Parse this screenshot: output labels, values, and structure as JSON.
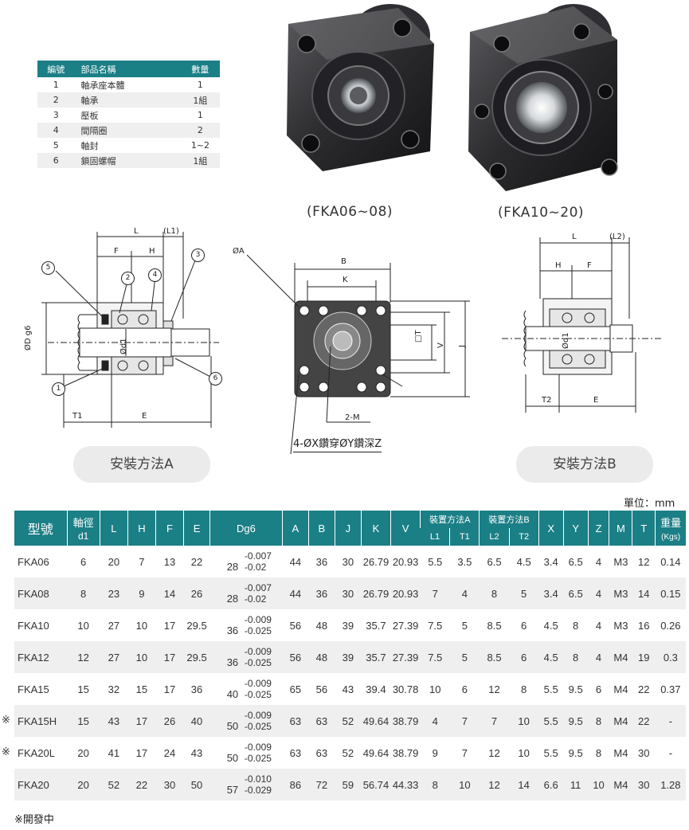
{
  "parts_table": {
    "headers": [
      "編號",
      "部品名稱",
      "數量"
    ],
    "rows": [
      [
        "1",
        "軸承座本體",
        "1"
      ],
      [
        "2",
        "軸承",
        "1組"
      ],
      [
        "3",
        "壓板",
        "1"
      ],
      [
        "4",
        "間隔圈",
        "2"
      ],
      [
        "5",
        "軸封",
        "1~2"
      ],
      [
        "6",
        "鎖固螺帽",
        "1組"
      ]
    ]
  },
  "captions": {
    "small_model": "(FKA06~08)",
    "large_model": "(FKA10~20)"
  },
  "diagram_left": {
    "labels": [
      "L",
      "(L1)",
      "F",
      "H",
      "T1",
      "E",
      "ØD g6",
      "Ød1"
    ],
    "callouts": [
      "1",
      "2",
      "3",
      "4",
      "5",
      "6"
    ]
  },
  "diagram_center": {
    "labels": [
      "ØA",
      "B",
      "K",
      "□T",
      "V",
      "J",
      "2-M"
    ],
    "hole_note": "4-ØX鑽穿ØY鑽深Z"
  },
  "diagram_right": {
    "labels": [
      "L",
      "(L2)",
      "H",
      "F",
      "Ød1",
      "T2",
      "E"
    ]
  },
  "mounting": {
    "method_a": "安裝方法A",
    "method_b": "安裝方法B"
  },
  "unit_note": "單位：mm",
  "spec_table": {
    "h1": {
      "model": "型號",
      "shaft": "軸徑",
      "shaft_sub": "d1",
      "L": "L",
      "H": "H",
      "F": "F",
      "E": "E",
      "Dg6": "Dg6",
      "A": "A",
      "B": "B",
      "J": "J",
      "K": "K",
      "V": "V",
      "methodA": "裝置方法A",
      "methodB": "裝置方法B",
      "X": "X",
      "Y": "Y",
      "Z": "Z",
      "M": "M",
      "T": "T",
      "weight": "重量",
      "weight_unit": "(Kgs)"
    },
    "h2": {
      "L1": "L1",
      "T1": "T1",
      "L2": "L2",
      "T2": "T2"
    },
    "rows": [
      {
        "model": "FKA06",
        "d1": "6",
        "L": "20",
        "H": "7",
        "F": "13",
        "E": "22",
        "D": "28",
        "tol_hi": "-0.007",
        "tol_lo": "-0.02",
        "A": "44",
        "B": "36",
        "J": "30",
        "K": "26.79",
        "V": "20.93",
        "L1": "5.5",
        "T1": "3.5",
        "L2": "6.5",
        "T2": "4.5",
        "X": "3.4",
        "Y": "6.5",
        "Z": "4",
        "M": "M3",
        "T": "12",
        "W": "0.14",
        "mark": ""
      },
      {
        "model": "FKA08",
        "d1": "8",
        "L": "23",
        "H": "9",
        "F": "14",
        "E": "26",
        "D": "28",
        "tol_hi": "-0.007",
        "tol_lo": "-0.02",
        "A": "44",
        "B": "36",
        "J": "30",
        "K": "26.79",
        "V": "20.93",
        "L1": "7",
        "T1": "4",
        "L2": "8",
        "T2": "5",
        "X": "3.4",
        "Y": "6.5",
        "Z": "4",
        "M": "M3",
        "T": "14",
        "W": "0.15",
        "mark": ""
      },
      {
        "model": "FKA10",
        "d1": "10",
        "L": "27",
        "H": "10",
        "F": "17",
        "E": "29.5",
        "D": "36",
        "tol_hi": "-0.009",
        "tol_lo": "-0.025",
        "A": "56",
        "B": "48",
        "J": "39",
        "K": "35.7",
        "V": "27.39",
        "L1": "7.5",
        "T1": "5",
        "L2": "8.5",
        "T2": "6",
        "X": "4.5",
        "Y": "8",
        "Z": "4",
        "M": "M3",
        "T": "16",
        "W": "0.26",
        "mark": ""
      },
      {
        "model": "FKA12",
        "d1": "12",
        "L": "27",
        "H": "10",
        "F": "17",
        "E": "29.5",
        "D": "36",
        "tol_hi": "-0.009",
        "tol_lo": "-0.025",
        "A": "56",
        "B": "48",
        "J": "39",
        "K": "35.7",
        "V": "27.39",
        "L1": "7.5",
        "T1": "5",
        "L2": "8.5",
        "T2": "6",
        "X": "4.5",
        "Y": "8",
        "Z": "4",
        "M": "M4",
        "T": "19",
        "W": "0.3",
        "mark": ""
      },
      {
        "model": "FKA15",
        "d1": "15",
        "L": "32",
        "H": "15",
        "F": "17",
        "E": "36",
        "D": "40",
        "tol_hi": "-0.009",
        "tol_lo": "-0.025",
        "A": "65",
        "B": "56",
        "J": "43",
        "K": "39.4",
        "V": "30.78",
        "L1": "10",
        "T1": "6",
        "L2": "12",
        "T2": "8",
        "X": "5.5",
        "Y": "9.5",
        "Z": "6",
        "M": "M4",
        "T": "22",
        "W": "0.37",
        "mark": ""
      },
      {
        "model": "FKA15H",
        "d1": "15",
        "L": "43",
        "H": "17",
        "F": "26",
        "E": "40",
        "D": "50",
        "tol_hi": "-0.009",
        "tol_lo": "-0.025",
        "A": "63",
        "B": "63",
        "J": "52",
        "K": "49.64",
        "V": "38.79",
        "L1": "4",
        "T1": "7",
        "L2": "7",
        "T2": "10",
        "X": "5.5",
        "Y": "9.5",
        "Z": "8",
        "M": "M4",
        "T": "22",
        "W": "-",
        "mark": "※"
      },
      {
        "model": "FKA20L",
        "d1": "20",
        "L": "41",
        "H": "17",
        "F": "24",
        "E": "43",
        "D": "50",
        "tol_hi": "-0.009",
        "tol_lo": "-0.025",
        "A": "63",
        "B": "63",
        "J": "52",
        "K": "49.64",
        "V": "38.79",
        "L1": "9",
        "T1": "7",
        "L2": "12",
        "T2": "10",
        "X": "5.5",
        "Y": "9.5",
        "Z": "8",
        "M": "M4",
        "T": "30",
        "W": "-",
        "mark": "※"
      },
      {
        "model": "FKA20",
        "d1": "20",
        "L": "52",
        "H": "22",
        "F": "30",
        "E": "50",
        "D": "57",
        "tol_hi": "-0.010",
        "tol_lo": "-0.029",
        "A": "86",
        "B": "72",
        "J": "59",
        "K": "56.74",
        "V": "44.33",
        "L1": "8",
        "T1": "10",
        "L2": "12",
        "T2": "14",
        "X": "6.6",
        "Y": "11",
        "Z": "10",
        "M": "M4",
        "T": "30",
        "W": "1.28",
        "mark": ""
      }
    ]
  },
  "footnote": "※開發中"
}
